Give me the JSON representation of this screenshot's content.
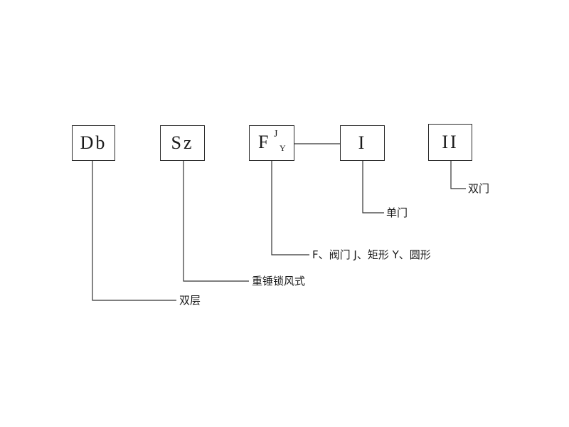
{
  "boxes": {
    "db": "Db",
    "sz": "Sz",
    "f": {
      "main": "F",
      "sup": "J",
      "sub": "Y"
    },
    "single": "I",
    "double": "II"
  },
  "captions": {
    "double_door": "双门",
    "single_door": "单门",
    "valve_shape": "F、阀门 J、矩形 Y、圆形",
    "lock_type": "重锤锁风式",
    "double_layer": "双层"
  }
}
